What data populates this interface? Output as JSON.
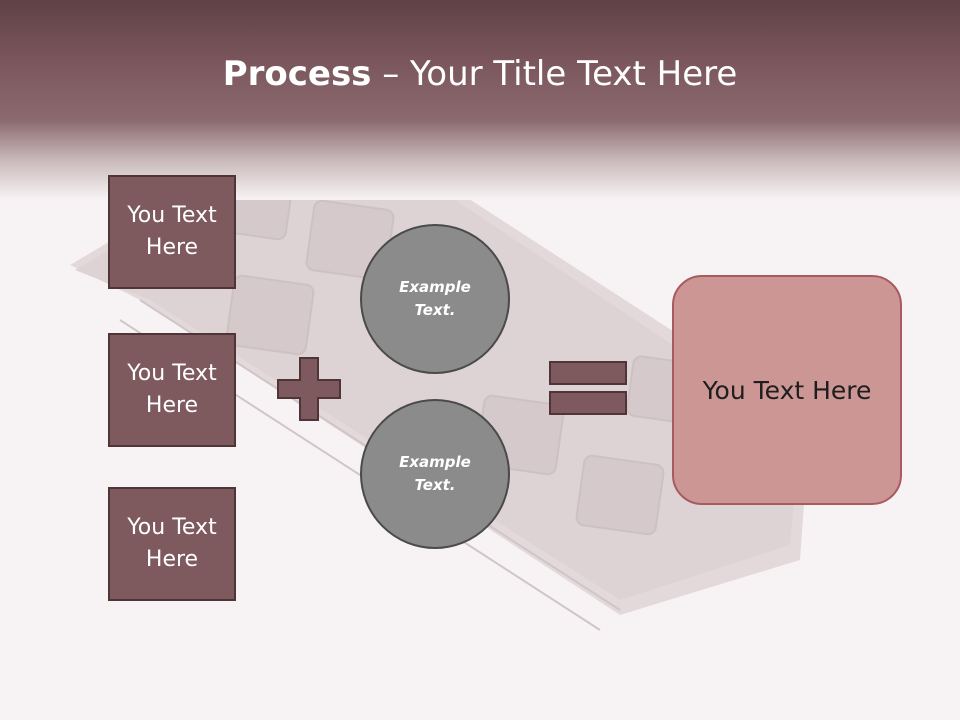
{
  "slide": {
    "title_bold": "Process",
    "title_rest": " – Your Title Text Here"
  },
  "inputs": [
    {
      "label": "You Text Here"
    },
    {
      "label": "You Text Here"
    },
    {
      "label": "You Text Here"
    }
  ],
  "circles": [
    {
      "label": "Example Text."
    },
    {
      "label": "Example Text."
    }
  ],
  "result": {
    "label": "You Text Here"
  },
  "colors": {
    "header": "#7a565c",
    "box_fill": "#7e5a5e",
    "box_border": "#4f3538",
    "circle_fill": "#8b8b8b",
    "result_fill": "#cc9695",
    "result_border": "#a85b5f"
  },
  "icons": {
    "plus": "plus-icon",
    "equals": "equals-icon"
  }
}
